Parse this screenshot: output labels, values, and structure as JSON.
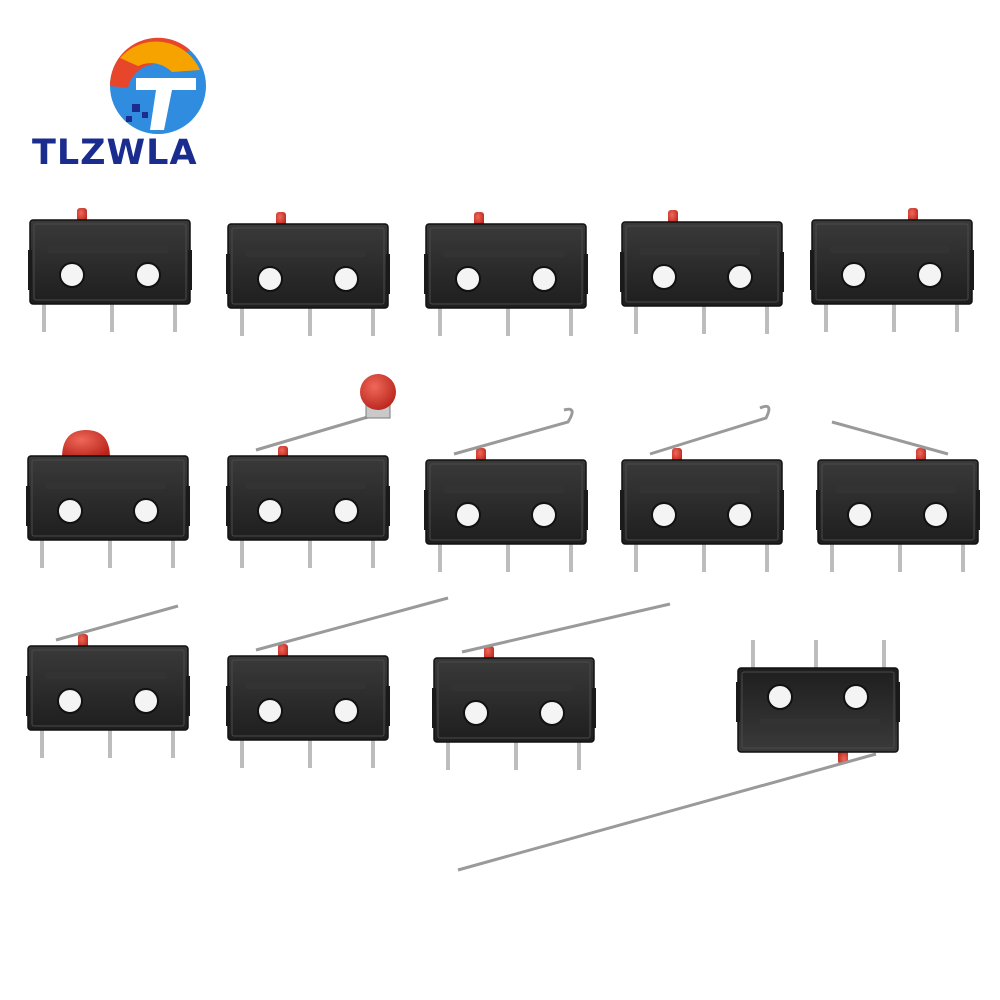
{
  "brand": {
    "name": "TLZWLA",
    "logo_colors": [
      "#f6a300",
      "#e8462a",
      "#2f8cde",
      "#1a2d8f"
    ]
  },
  "product": {
    "switch_count": 14,
    "body_color": "#2a2a2a",
    "button_color": "#d8352a",
    "lever_color": "#9a9a9a",
    "switches": [
      {
        "actuator": "pin-plunger"
      },
      {
        "actuator": "pin-plunger"
      },
      {
        "actuator": "pin-plunger"
      },
      {
        "actuator": "pin-plunger"
      },
      {
        "actuator": "pin-plunger"
      },
      {
        "actuator": "dome-plunger"
      },
      {
        "actuator": "roller-lever"
      },
      {
        "actuator": "hooked-lever"
      },
      {
        "actuator": "hooked-lever"
      },
      {
        "actuator": "bent-lever"
      },
      {
        "actuator": "straight-lever"
      },
      {
        "actuator": "long-lever"
      },
      {
        "actuator": "long-lever"
      },
      {
        "actuator": "extra-long-lever"
      }
    ]
  }
}
